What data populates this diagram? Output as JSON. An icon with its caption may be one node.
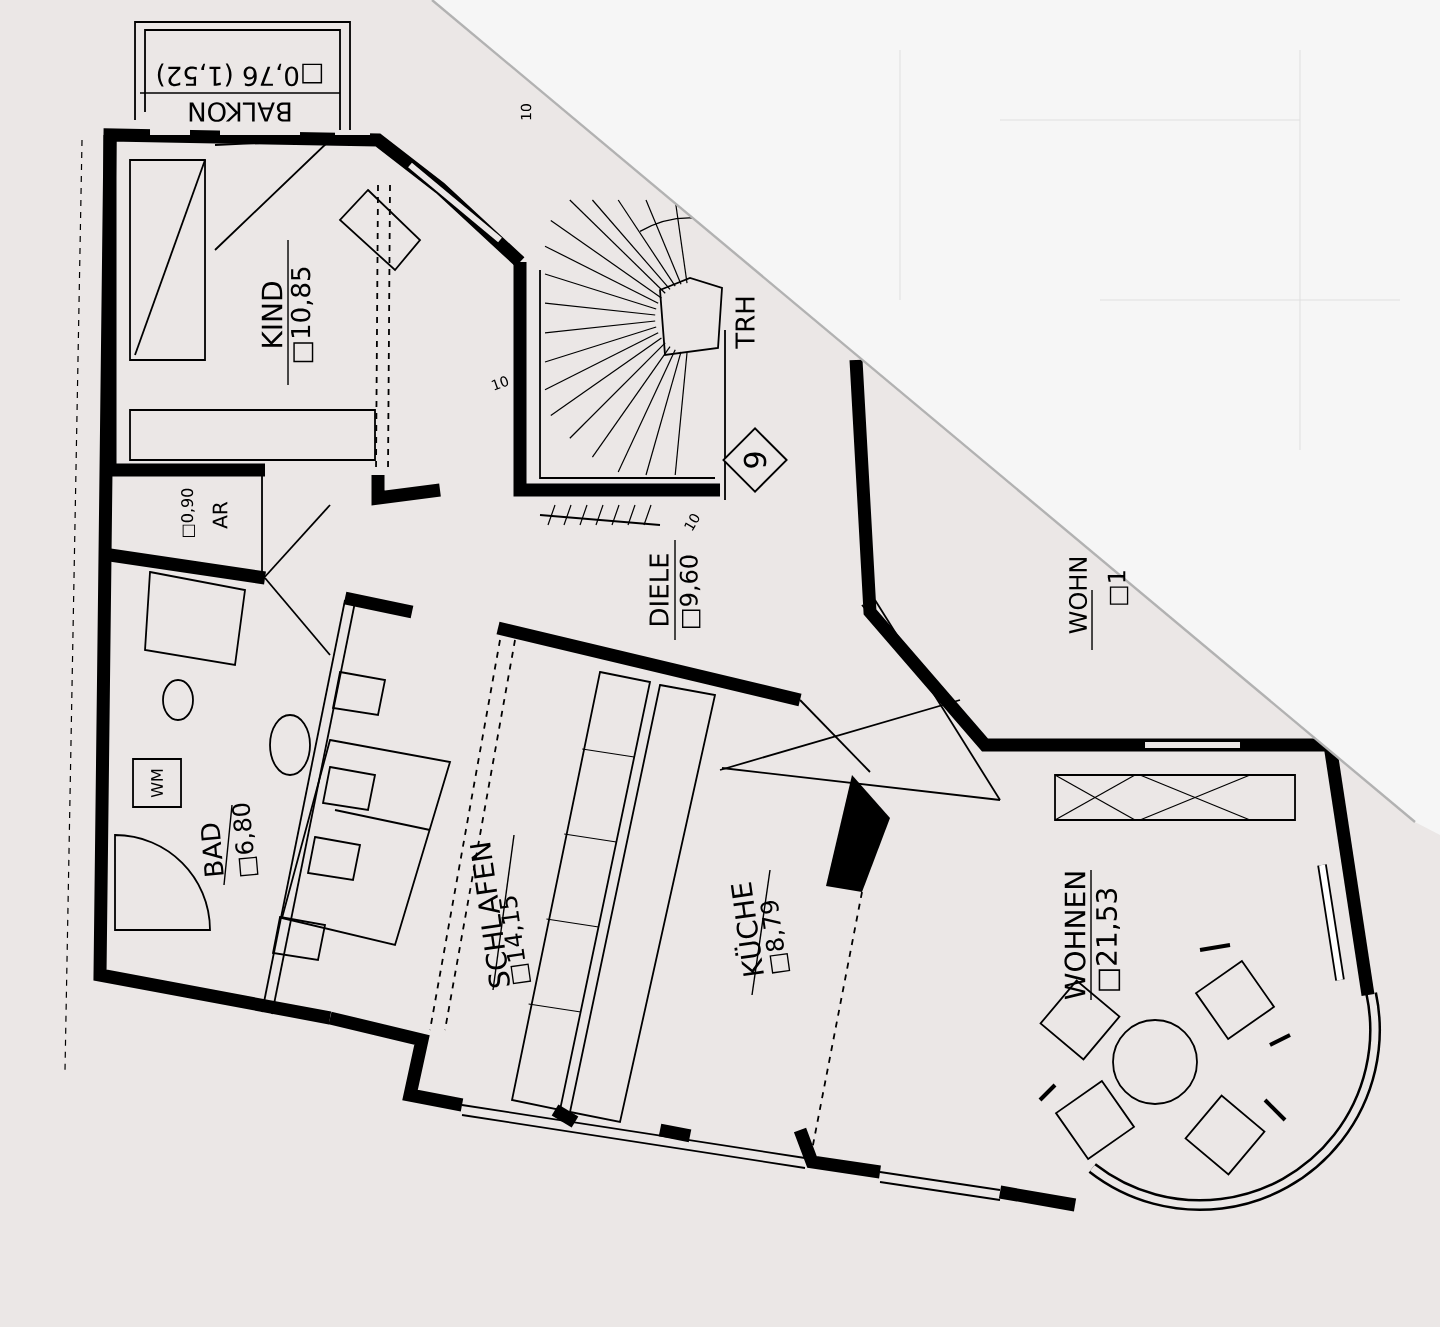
{
  "diagram": {
    "nodes": [
      {
        "text": [
          "9"
        ]
      },
      {
        "text": [
          "WM"
        ]
      }
    ],
    "labels": [
      "BALKON",
      "□0,76 (1,52)",
      "10",
      "KIND",
      "□10,85",
      "TRH",
      "10",
      "□0,90",
      "AR",
      "10",
      "DIELE",
      "□9,60",
      "WOHN",
      "□1",
      "BAD",
      "□6,80",
      "SCHLAFEN",
      "□14,15",
      "KÜCHE",
      "□8,79",
      "WOHNEN",
      "□21,53"
    ]
  }
}
